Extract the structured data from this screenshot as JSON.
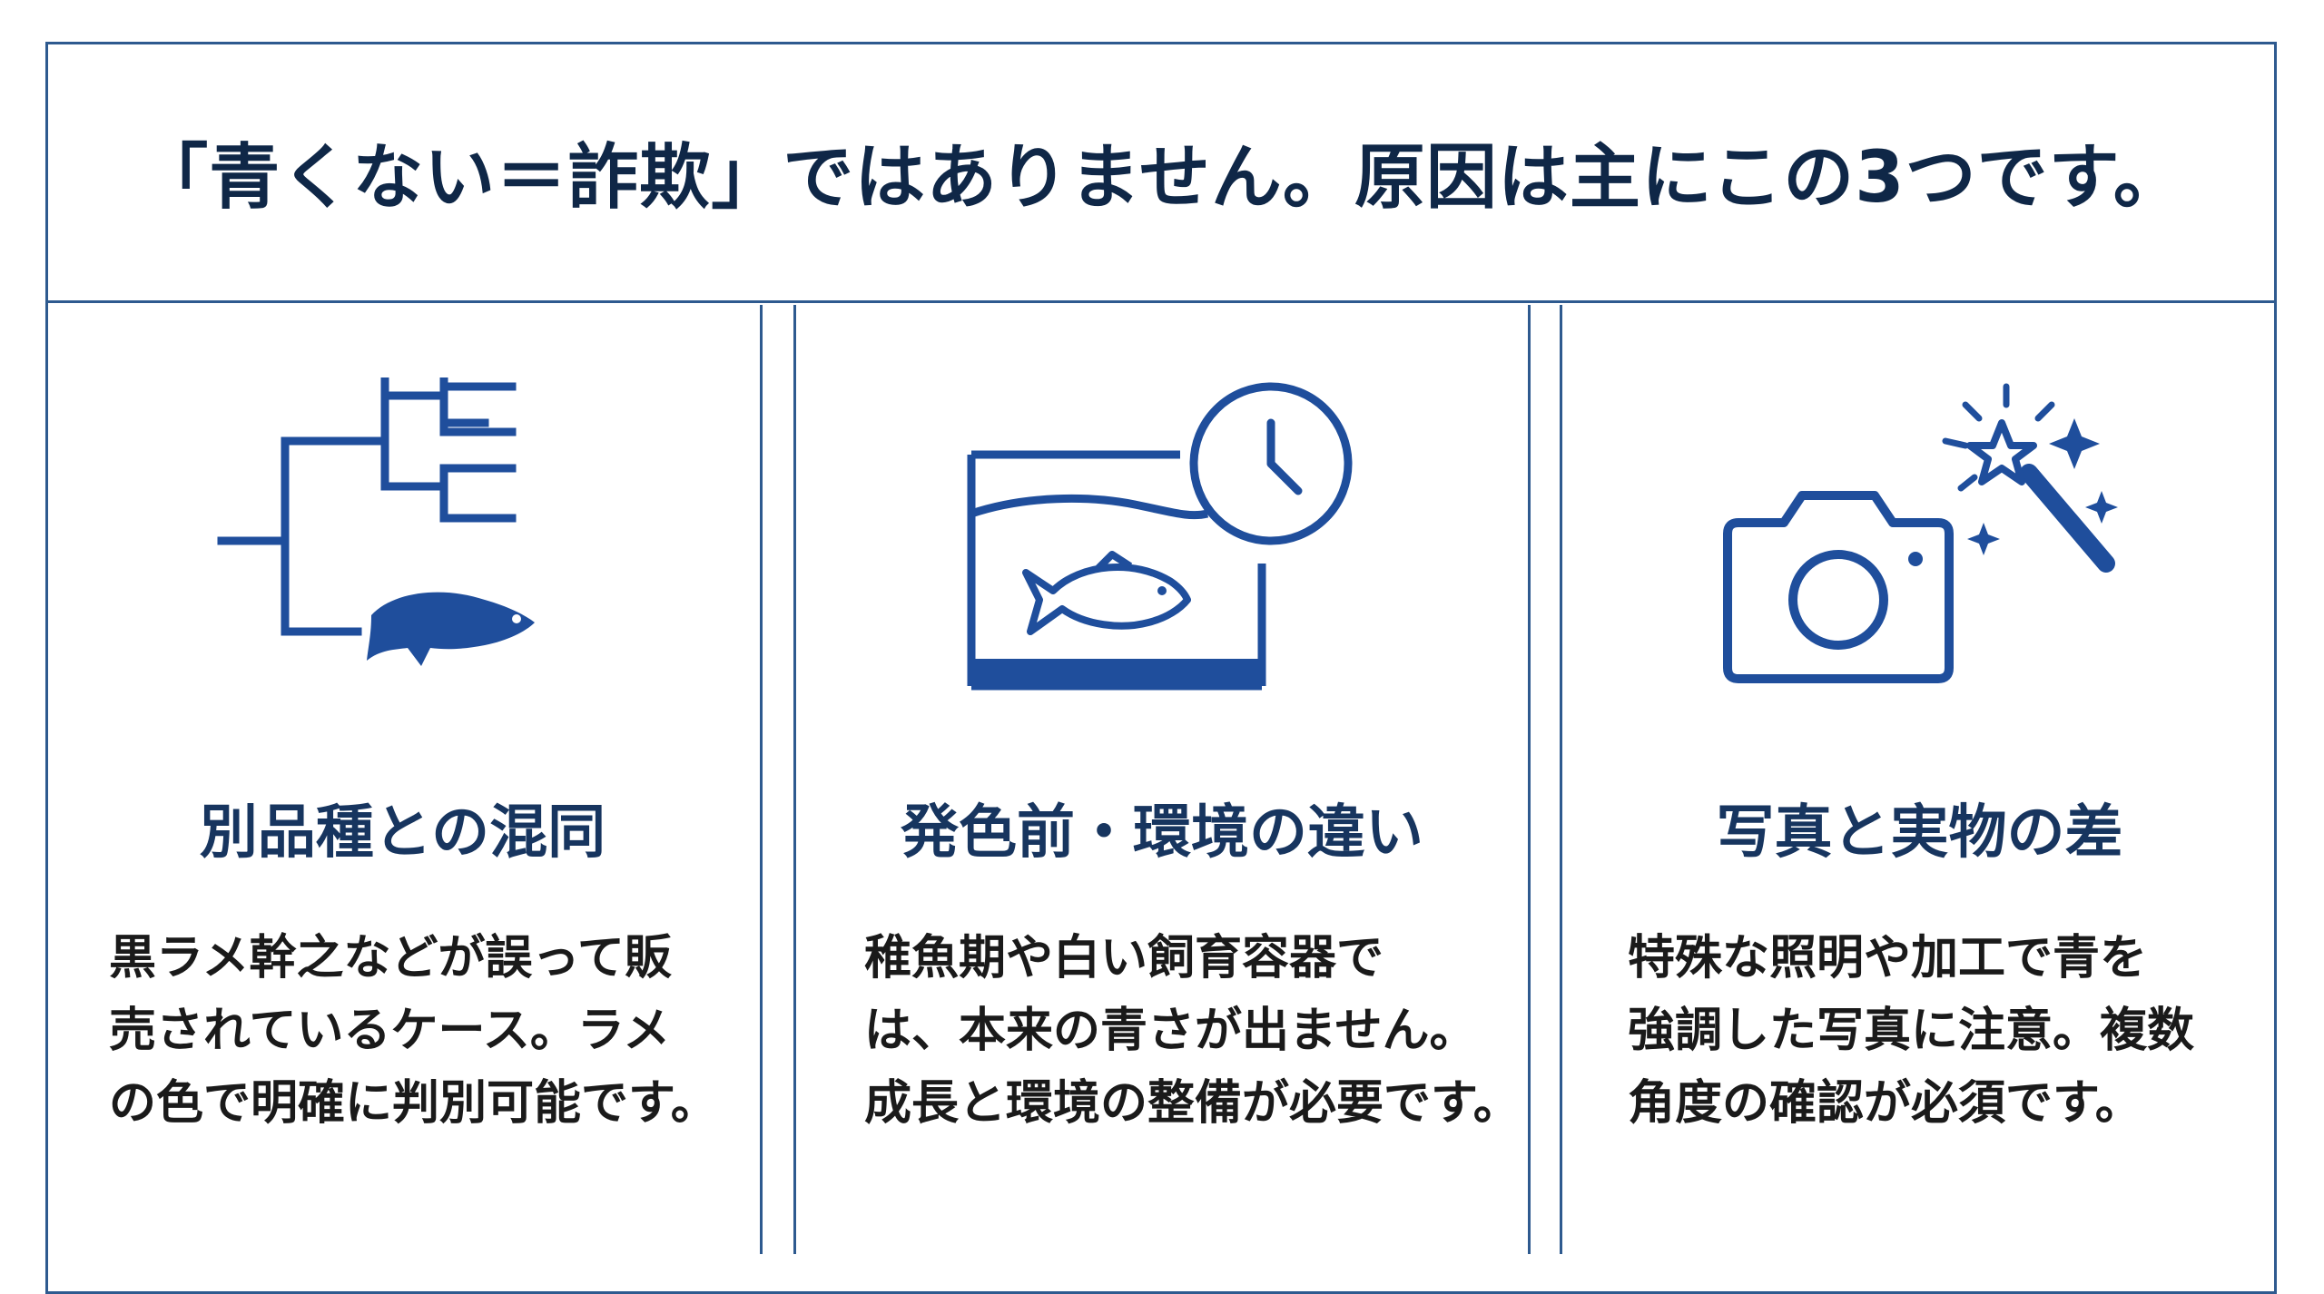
{
  "headline": "「青くない＝詐欺」ではありません。原因は主にこの3つです。",
  "colors": {
    "accent": "#1f4e9c",
    "border": "#2e5a8f",
    "title": "#17355f",
    "text": "#1a1a1a"
  },
  "panels": [
    {
      "icon": "family-tree-fish-icon",
      "title": "別品種との混同",
      "lines": [
        "黒ラメ幹之などが誤って販",
        "売されているケース。ラメ",
        "の色で明確に判別可能です。"
      ]
    },
    {
      "icon": "aquarium-clock-icon",
      "title": "発色前・環境の違い",
      "lines": [
        "稚魚期や白い飼育容器で",
        "は、本来の青さが出ません。",
        "成長と環境の整備が必要です。"
      ]
    },
    {
      "icon": "camera-magic-wand-icon",
      "title": "写真と実物の差",
      "lines": [
        "特殊な照明や加工で青を",
        "強調した写真に注意。複数",
        "角度の確認が必須です。"
      ]
    }
  ]
}
